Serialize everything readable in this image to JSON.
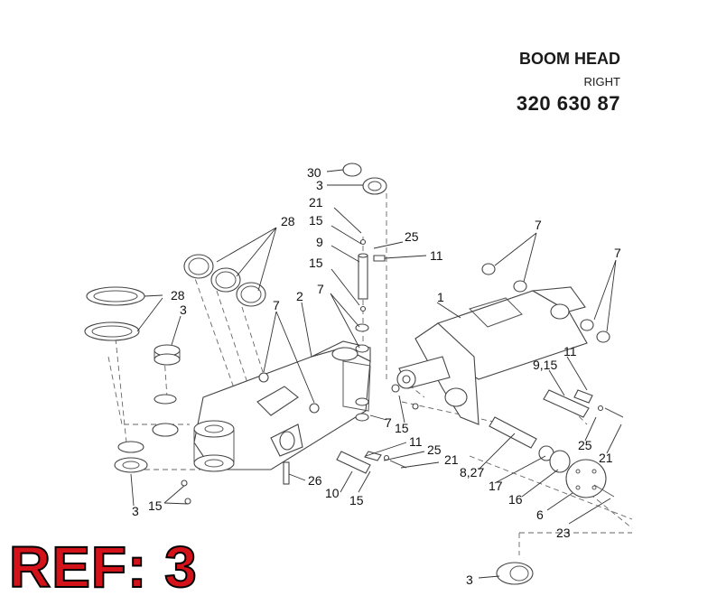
{
  "header": {
    "title": "BOOM HEAD",
    "side": "RIGHT",
    "part_number": "320 630 87"
  },
  "reference_label": "REF: 3",
  "callouts": [
    {
      "id": "c30",
      "text": "30"
    },
    {
      "id": "c3a",
      "text": "3"
    },
    {
      "id": "c21a",
      "text": "21"
    },
    {
      "id": "c15a",
      "text": "15"
    },
    {
      "id": "c9",
      "text": "9"
    },
    {
      "id": "c15b",
      "text": "15"
    },
    {
      "id": "c7a",
      "text": "7"
    },
    {
      "id": "c25a",
      "text": "25"
    },
    {
      "id": "c11a",
      "text": "11"
    },
    {
      "id": "c28a",
      "text": "28"
    },
    {
      "id": "c28b",
      "text": "28"
    },
    {
      "id": "c3b",
      "text": "3"
    },
    {
      "id": "c7b",
      "text": "7"
    },
    {
      "id": "c2",
      "text": "2"
    },
    {
      "id": "c1",
      "text": "1"
    },
    {
      "id": "c7c",
      "text": "7"
    },
    {
      "id": "c7d",
      "text": "7"
    },
    {
      "id": "c11b",
      "text": "11"
    },
    {
      "id": "c915",
      "text": "9,15"
    },
    {
      "id": "c7e",
      "text": "7"
    },
    {
      "id": "c15c",
      "text": "15"
    },
    {
      "id": "c11c",
      "text": "11"
    },
    {
      "id": "c25b",
      "text": "25"
    },
    {
      "id": "c21b",
      "text": "21"
    },
    {
      "id": "c827",
      "text": "8,27"
    },
    {
      "id": "c25c",
      "text": "25"
    },
    {
      "id": "c21c",
      "text": "21"
    },
    {
      "id": "c17",
      "text": "17"
    },
    {
      "id": "c16",
      "text": "16"
    },
    {
      "id": "c6",
      "text": "6"
    },
    {
      "id": "c26",
      "text": "26"
    },
    {
      "id": "c10",
      "text": "10"
    },
    {
      "id": "c15d",
      "text": "15"
    },
    {
      "id": "c3c",
      "text": "3"
    },
    {
      "id": "c15e",
      "text": "15"
    },
    {
      "id": "c23",
      "text": "23"
    },
    {
      "id": "c3d",
      "text": "3"
    }
  ]
}
